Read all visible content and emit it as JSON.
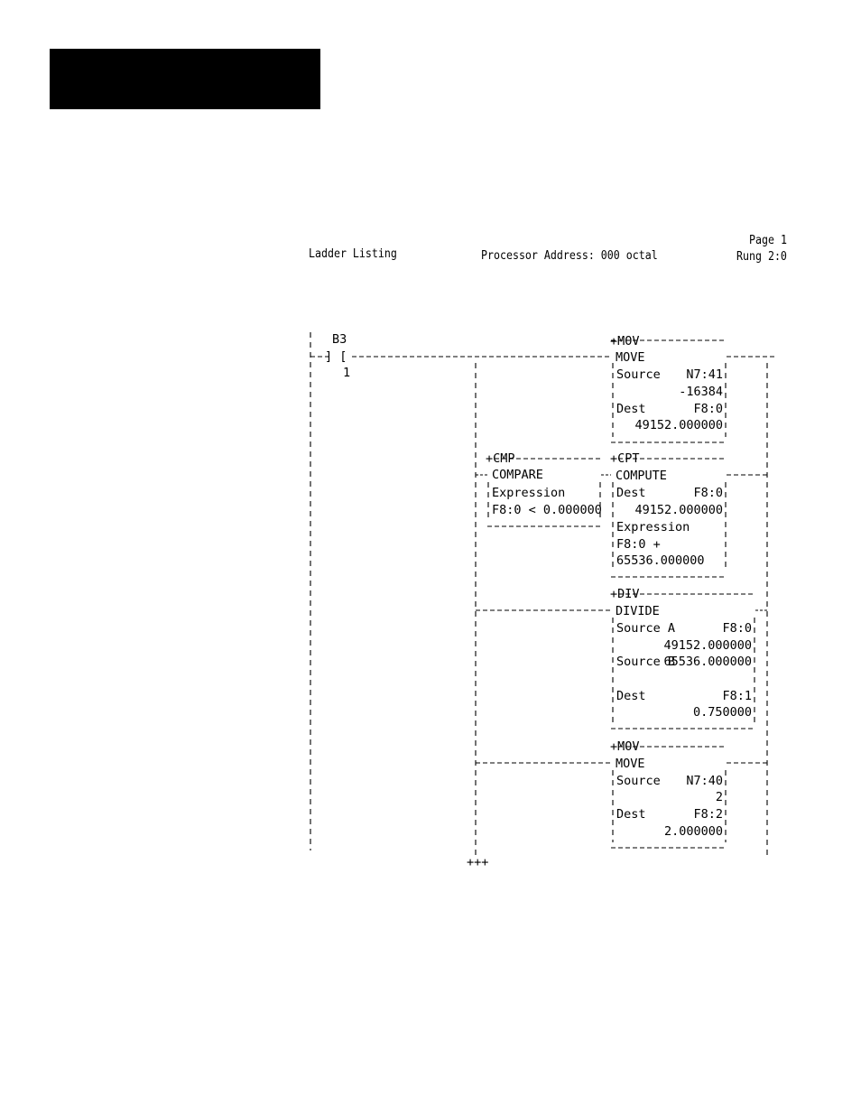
{
  "header": {
    "left_title": "Ladder Listing",
    "processor": "Processor Address: 000 octal",
    "page": "Page 1",
    "rung": "Rung 2:0"
  },
  "rung": {
    "contact": {
      "file": "B3",
      "bit": "1"
    },
    "end_marker": "+++",
    "compare": {
      "mnemonic": "+CMP",
      "name": "COMPARE",
      "expression_label": "Expression",
      "expression": "F8:0 < 0.000000"
    },
    "move1": {
      "mnemonic": "+MOV",
      "name": "MOVE",
      "source_label": "Source",
      "source_addr": "N7:41",
      "source_value": "-16384",
      "dest_label": "Dest",
      "dest_addr": "F8:0",
      "dest_value": "49152.000000"
    },
    "compute": {
      "mnemonic": "+CPT",
      "name": "COMPUTE",
      "dest_label": "Dest",
      "dest_addr": "F8:0",
      "dest_value": "49152.000000",
      "expression_label": "Expression",
      "expression_line1": "F8:0 +",
      "expression_line2": "65536.000000"
    },
    "divide": {
      "mnemonic": "+DIV",
      "name": "DIVIDE",
      "source_a_label": "Source A",
      "source_a_addr": "F8:0",
      "source_a_value": "49152.000000",
      "source_b_label": "Source B",
      "source_b_value": "65536.000000",
      "dest_label": "Dest",
      "dest_addr": "F8:1",
      "dest_value": "0.750000"
    },
    "move2": {
      "mnemonic": "+MOV",
      "name": "MOVE",
      "source_label": "Source",
      "source_addr": "N7:40",
      "source_value": "2",
      "dest_label": "Dest",
      "dest_addr": "F8:2",
      "dest_value": "2.000000"
    }
  }
}
